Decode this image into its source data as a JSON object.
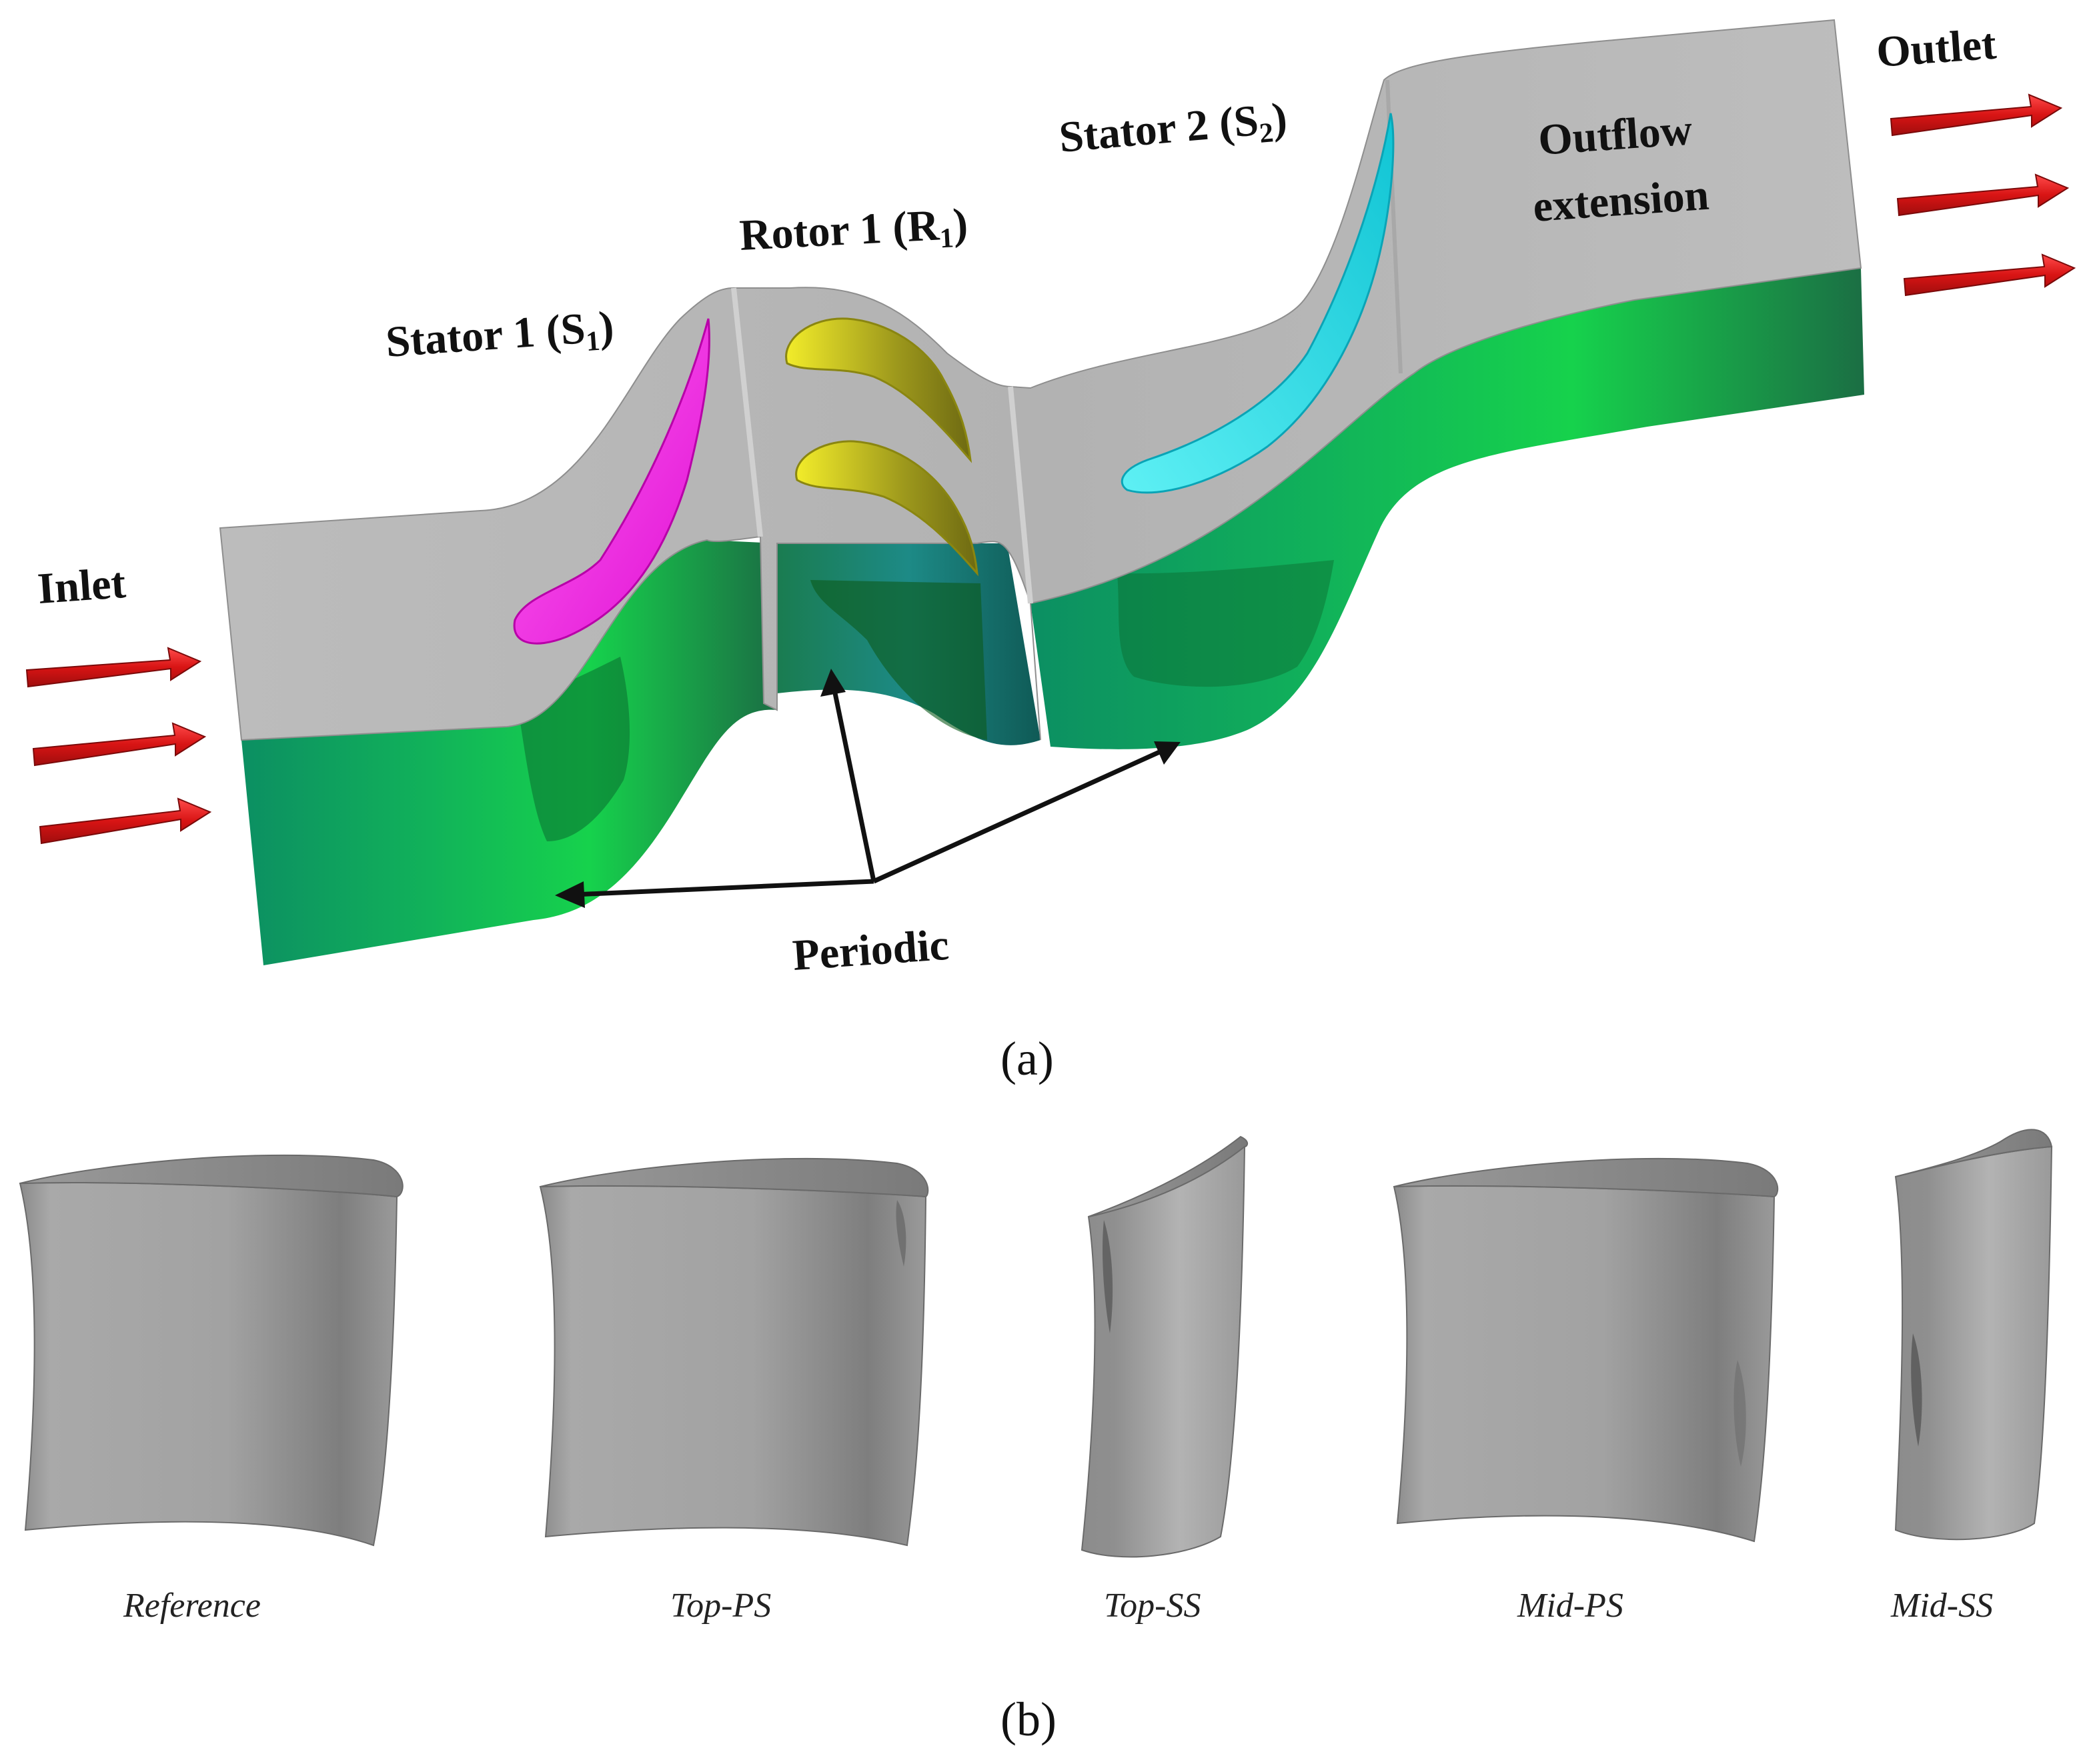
{
  "panel_a": {
    "caption": "(a)",
    "labels": {
      "inlet": "Inlet",
      "outlet": "Outlet",
      "stator1": "Stator 1 (S",
      "stator1_sub": "1",
      "rotor1": "Rotor 1 (R",
      "rotor1_sub": "1",
      "stator2": "Stator 2 (S",
      "stator2_sub": "2",
      "close_paren": ")",
      "outflow_line1": "Outflow",
      "outflow_line2": "extension",
      "periodic": "Periodic"
    },
    "colors": {
      "top_surface": "#b4b4b4",
      "periodic_face": "#0f9a6a",
      "periodic_bright": "#13cf4a",
      "stator1_blade": "#ff2ee6",
      "rotor1_blade": "#d8d11a",
      "stator2_blade": "#1cdde8",
      "flow_arrow": "#e01b1b"
    }
  },
  "panel_b": {
    "caption": "(b)",
    "blades": [
      {
        "name": "Reference"
      },
      {
        "name": "Top-PS"
      },
      {
        "name": "Top-SS"
      },
      {
        "name": "Mid-PS"
      },
      {
        "name": "Mid-SS"
      }
    ],
    "colors": {
      "blade_surface": "#9c9c9c"
    }
  }
}
